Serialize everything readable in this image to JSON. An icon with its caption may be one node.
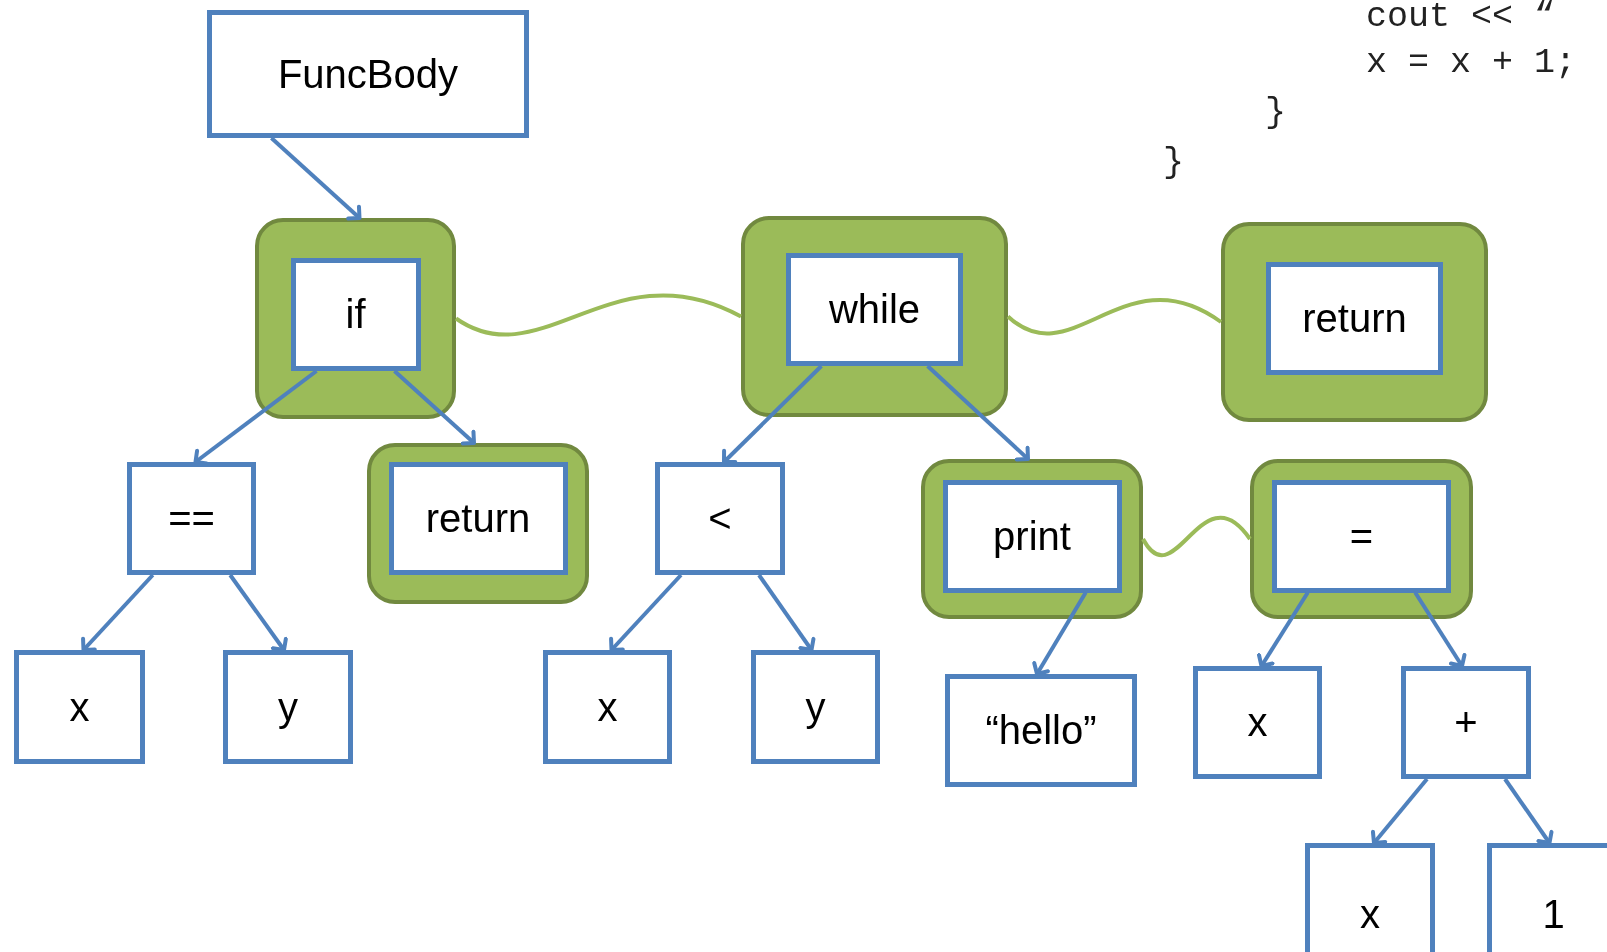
{
  "diagram": {
    "nodes": [
      {
        "text": [
          "FuncBody"
        ]
      },
      {
        "text": [],
        "shape": "box"
      },
      {
        "text": [
          "if"
        ],
        "in": 1
      },
      {
        "text": [],
        "shape": "box"
      },
      {
        "text": [
          "while"
        ],
        "in": 3
      },
      {
        "text": [],
        "shape": "box"
      },
      {
        "text": [
          "return"
        ],
        "in": 5
      },
      {
        "text": [
          "=="
        ]
      },
      {
        "text": [],
        "shape": "box"
      },
      {
        "text": [
          "return"
        ],
        "in": 8
      },
      {
        "text": [
          "<"
        ]
      },
      {
        "text": [],
        "shape": "box"
      },
      {
        "text": [
          "print"
        ],
        "in": 11
      },
      {
        "text": [],
        "shape": "box"
      },
      {
        "text": [
          "="
        ],
        "in": 13
      },
      {
        "text": [
          "x"
        ]
      },
      {
        "text": [
          "y"
        ]
      },
      {
        "text": [
          "x"
        ]
      },
      {
        "text": [
          "y"
        ]
      },
      {
        "text": [
          "“hello”"
        ]
      },
      {
        "text": [
          "x"
        ]
      },
      {
        "text": [
          "+"
        ]
      },
      {
        "text": [
          "x"
        ]
      },
      {
        "text": [
          "1"
        ]
      }
    ],
    "edges": [
      {
        "from": 0,
        "to": 1,
        "arrow": "to"
      },
      {
        "from": 2,
        "to": 7,
        "arrow": "to"
      },
      {
        "from": 2,
        "to": 8,
        "arrow": "to"
      },
      {
        "from": 1,
        "to": 3,
        "arrow": "none",
        "color": "#9bbb59"
      },
      {
        "from": 3,
        "to": 5,
        "arrow": "none",
        "color": "#9bbb59"
      },
      {
        "from": 4,
        "to": 10,
        "arrow": "to"
      },
      {
        "from": 4,
        "to": 11,
        "arrow": "to"
      },
      {
        "from": 7,
        "to": 15,
        "arrow": "to"
      },
      {
        "from": 7,
        "to": 16,
        "arrow": "to"
      },
      {
        "from": 10,
        "to": 17,
        "arrow": "to"
      },
      {
        "from": 10,
        "to": 18,
        "arrow": "to"
      },
      {
        "from": 12,
        "to": 19,
        "arrow": "to"
      },
      {
        "from": 11,
        "to": 13,
        "arrow": "none",
        "color": "#9bbb59"
      },
      {
        "from": 14,
        "to": 20,
        "arrow": "to"
      },
      {
        "from": 14,
        "to": 21,
        "arrow": "to"
      },
      {
        "from": 21,
        "to": 22,
        "arrow": "to"
      },
      {
        "from": 21,
        "to": 23,
        "arrow": "to"
      }
    ],
    "labels": [
      "cout << “",
      "x = x + 1;",
      "}",
      "}"
    ]
  }
}
